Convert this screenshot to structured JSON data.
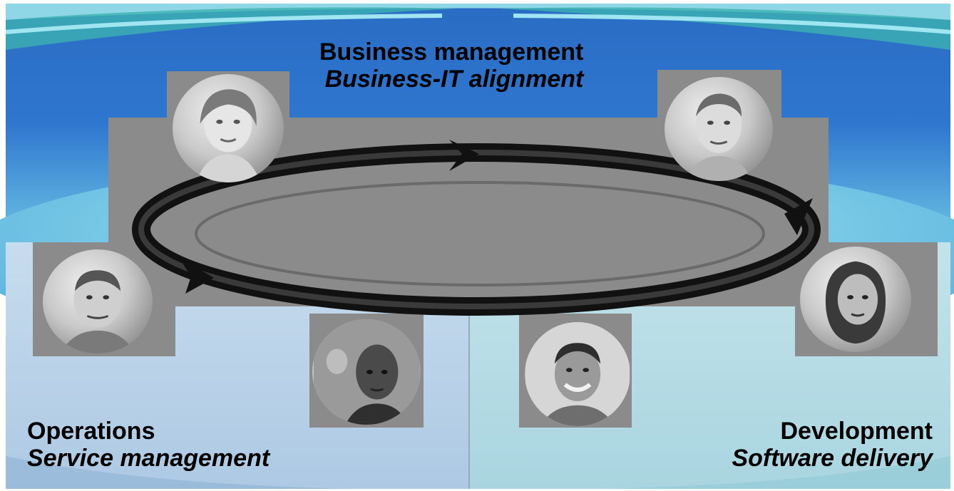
{
  "groups": {
    "business": {
      "title": "Business management",
      "subtitle": "Business-IT alignment"
    },
    "operations": {
      "title": "Operations",
      "subtitle": "Service management"
    },
    "development": {
      "title": "Development",
      "subtitle": "Software delivery"
    }
  },
  "colors": {
    "sky_dark": "#1f5fb8",
    "sky_mid": "#3a86d6",
    "sky_light": "#7fd0e8",
    "teal_band": "#6fc3bf",
    "panel_left": "#b9d3e8",
    "panel_right": "#b7dde6",
    "gray_panel": "#8b8b8b",
    "cycle_arrow": "#1a1a1a"
  },
  "icons": {
    "cycle": "circular-arrow-cycle-icon",
    "people": [
      "woman-portrait-photo",
      "man-portrait-photo",
      "man-portrait-photo",
      "man-portrait-photo",
      "man-portrait-photo",
      "woman-portrait-photo"
    ]
  }
}
